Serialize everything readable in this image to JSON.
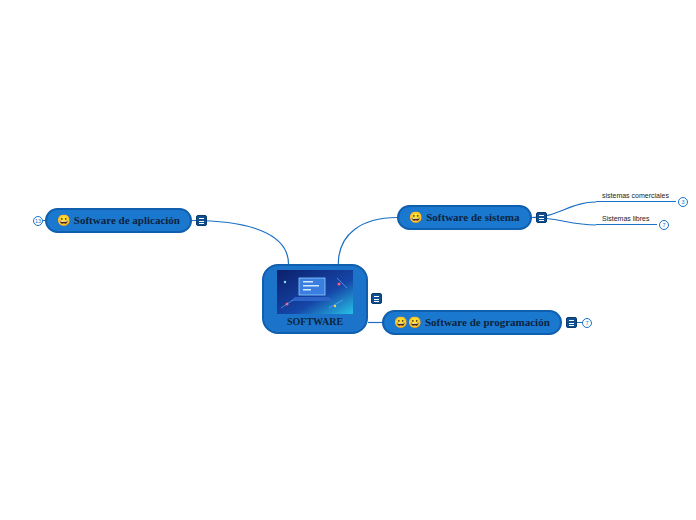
{
  "diagram": {
    "nodes": [
      {
        "text": [
          "SOFTWARE"
        ]
      },
      {
        "text": [
          "😀 Software de aplicación"
        ]
      },
      {
        "text": [
          "😀 Software de sistema"
        ]
      },
      {
        "text": [
          "sistemas comerciales"
        ]
      },
      {
        "text": [
          "Sistemas libres"
        ]
      },
      {
        "text": [
          "😀😀 Software de programación"
        ]
      }
    ],
    "edges": [
      {
        "from": 0,
        "to": 1,
        "arrow": "none"
      },
      {
        "from": 0,
        "to": 2,
        "arrow": "none"
      },
      {
        "from": 2,
        "to": 3,
        "arrow": "none"
      },
      {
        "from": 2,
        "to": 4,
        "arrow": "none"
      },
      {
        "from": 0,
        "to": 5,
        "arrow": "none"
      }
    ],
    "labels": [
      "13",
      "3",
      "7",
      "7"
    ]
  }
}
